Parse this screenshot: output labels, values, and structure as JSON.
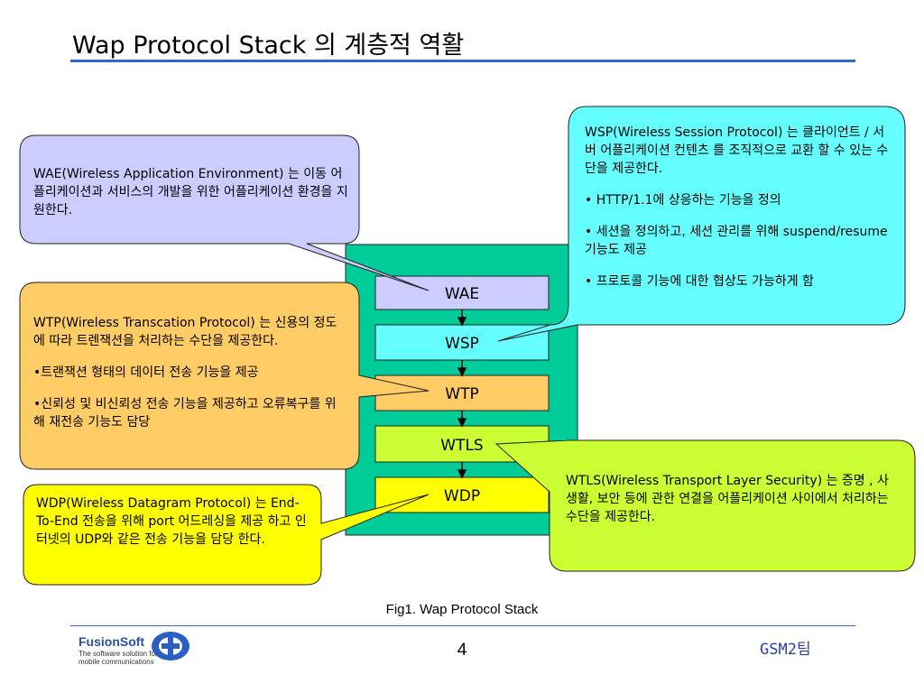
{
  "title": "Wap Protocol Stack 의 계층적 역활",
  "layers": [
    "WAE",
    "WSP",
    "WTP",
    "WTLS",
    "WDP"
  ],
  "colors": {
    "stack_bg": "#00cc99",
    "wae": "#ccccff",
    "wsp": "#66ffff",
    "wtp": "#ffcc66",
    "wtls": "#ccff33",
    "wdp": "#ffff00",
    "wae_callout": "#ccccff",
    "wsp_callout": "#66ffff",
    "wtp_callout": "#ffcc66",
    "wtls_callout": "#ccff33",
    "wdp_callout": "#ffff00",
    "accent": "#3366cc"
  },
  "callouts": {
    "wae": {
      "p1": "WAE(Wireless Application Environment) 는 이동 어플리케이션과 서비스의 개발을 위한 어플리케이션 환경을 지원한다."
    },
    "wsp": {
      "p1": "WSP(Wireless Session Protocol) 는 클라이언트 / 서버 어플리케이션 컨텐츠 를 조직적으로 교환 할 수 있는 수단을 제공한다.",
      "b1": "• HTTP/1.1에 상응하는 기능을 정의",
      "b2": "• 세션을 정의하고, 세션 관리를 위해 suspend/resume 기능도 제공",
      "b3": "• 프로토콜 기능에 대한 협상도 가능하게 함"
    },
    "wtp": {
      "p1": "WTP(Wireless Transcation Protocol) 는 신용의 정도에 따라 트렌잭션을 처리하는 수단을 제공한다.",
      "b1": "•트랜잭션 형태의 데이터 전송 기능을 제공",
      "b2": "•신뢰성 및 비신뢰성 전송 기능을 제공하고 오류복구를 위해 재전송 기능도 담당"
    },
    "wtls": {
      "p1": "WTLS(Wireless Transport Layer Security) 는 증명 , 사생활, 보안 등에 관한 연결을 어플리케이션 사이에서 처리하는 수단을 제공한다."
    },
    "wdp": {
      "p1": "WDP(Wireless Datagram Protocol) 는 End-To-End 전송을 위해 port 어드레싱을 제공 하고 인터넷의 UDP와 같은 전송 기능을 담당 한다."
    }
  },
  "caption": "Fig1. Wap Protocol Stack",
  "footer": {
    "logo_name": "FusionSoft",
    "logo_tagline": "The software solution for mobile communications",
    "page_number": "4",
    "team": "GSM2팀"
  }
}
